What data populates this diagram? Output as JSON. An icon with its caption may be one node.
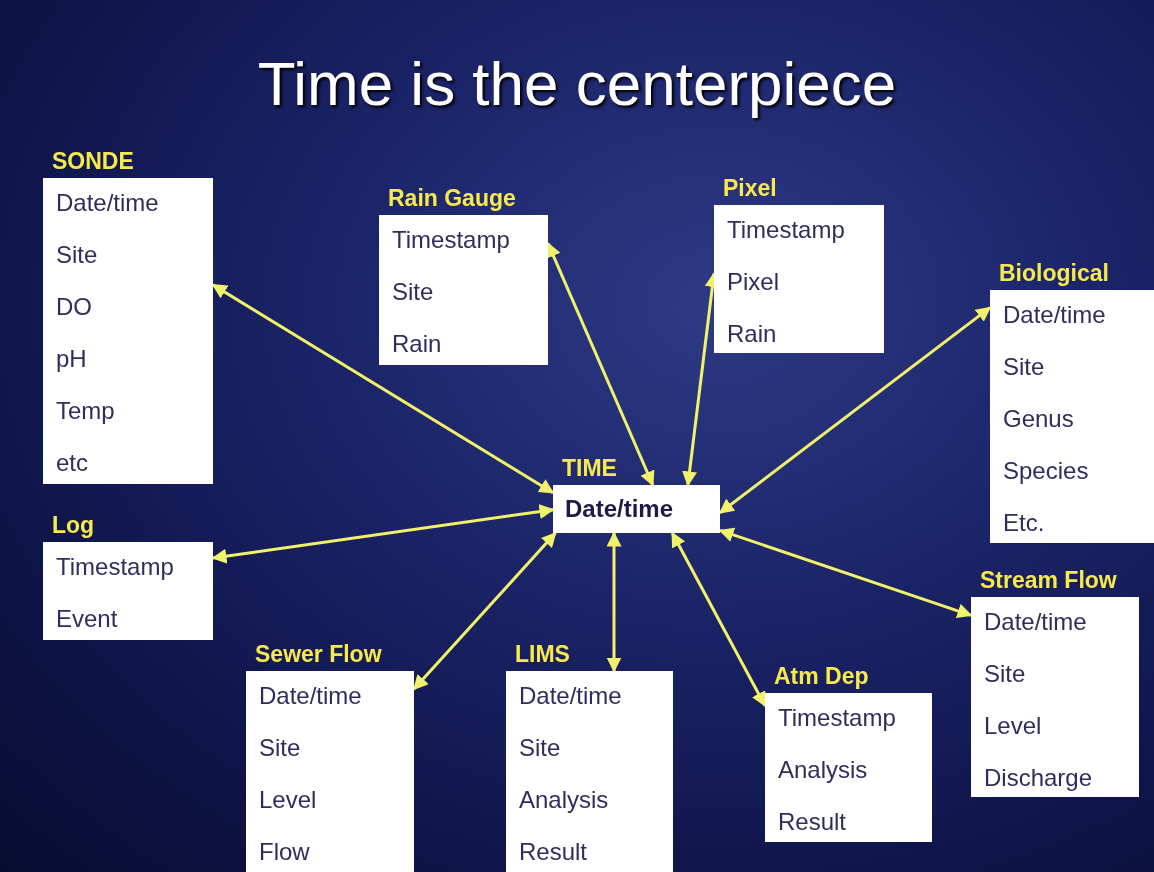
{
  "diagram": {
    "title": "Time is the centerpiece",
    "nodes": [
      {
        "text": [
          "SONDE",
          "Date/time",
          "Site",
          "DO",
          "pH",
          "Temp",
          "etc"
        ]
      },
      {
        "text": [
          "Rain Gauge",
          "Timestamp",
          "Site",
          "Rain"
        ]
      },
      {
        "text": [
          "Pixel",
          "Timestamp",
          "Pixel",
          "Rain"
        ]
      },
      {
        "text": [
          "Biological",
          "Date/time",
          "Site",
          "Genus",
          "Species",
          "Etc."
        ]
      },
      {
        "text": [
          "TIME",
          "Date/time"
        ]
      },
      {
        "text": [
          "Log",
          "Timestamp",
          "Event"
        ]
      },
      {
        "text": [
          "Stream Flow",
          "Date/time",
          "Site",
          "Level",
          "Discharge"
        ]
      },
      {
        "text": [
          "Sewer Flow",
          "Date/time",
          "Site",
          "Level",
          "Flow"
        ]
      },
      {
        "text": [
          "LIMS",
          "Date/time",
          "Site",
          "Analysis",
          "Result"
        ]
      },
      {
        "text": [
          "Atm Dep",
          "Timestamp",
          "Analysis",
          "Result"
        ]
      }
    ],
    "edges": [
      {
        "from": 4,
        "to": 0,
        "arrow": "both"
      },
      {
        "from": 4,
        "to": 1,
        "arrow": "both"
      },
      {
        "from": 4,
        "to": 2,
        "arrow": "both"
      },
      {
        "from": 4,
        "to": 3,
        "arrow": "both"
      },
      {
        "from": 4,
        "to": 5,
        "arrow": "both"
      },
      {
        "from": 4,
        "to": 6,
        "arrow": "both"
      },
      {
        "from": 4,
        "to": 7,
        "arrow": "both"
      },
      {
        "from": 4,
        "to": 8,
        "arrow": "both"
      },
      {
        "from": 4,
        "to": 9,
        "arrow": "both"
      }
    ]
  }
}
